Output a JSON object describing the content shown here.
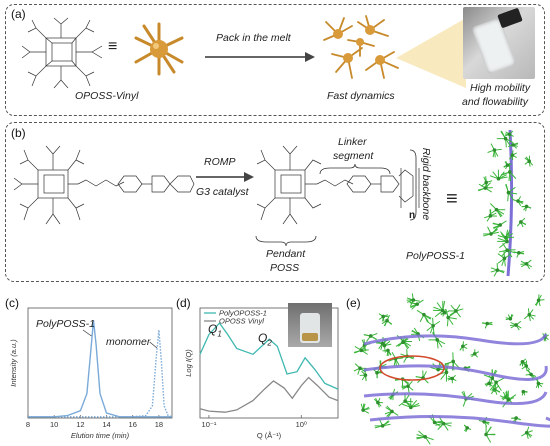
{
  "panel_a": {
    "label": "(a)",
    "molecule_name": "OPOSS-Vinyl",
    "equiv": "≡",
    "arrow_text": "Pack in the melt",
    "dynamics_text": "Fast dynamics",
    "mobility_line1": "High mobility",
    "mobility_line2": "and flowability"
  },
  "panel_b": {
    "label": "(b)",
    "rxn_line1": "ROMP",
    "rxn_line2": "G3 catalyst",
    "linker_line1": "Linker",
    "linker_line2": "segment",
    "pendant_line1": "Pendant",
    "pendant_line2": "POSS",
    "backbone_text": "Rigid backbone",
    "polymer_name": "PolyPOSS-1",
    "repeat_n": "n",
    "equiv": "≡"
  },
  "panel_c": {
    "label": "(c)",
    "polymer_label": "PolyPOSS-1",
    "monomer_label": "monomer"
  },
  "panel_d": {
    "label": "(d)",
    "q1": "Q",
    "q1_sub": "1",
    "q2": "Q",
    "q2_sub": "2"
  },
  "panel_e": {
    "label": "(e)"
  },
  "chart_data": [
    {
      "type": "line",
      "title": "",
      "xlabel": "Elution time (min)",
      "ylabel": "Intensity (a.u.)",
      "xlim": [
        8,
        19
      ],
      "xticks": [
        8,
        10,
        12,
        14,
        16,
        18
      ],
      "series": [
        {
          "name": "PolyPOSS-1",
          "style": "solid",
          "color": "#7aaad8",
          "x": [
            8,
            10,
            11,
            12,
            12.5,
            12.8,
            13.0,
            13.2,
            13.5,
            14,
            15,
            16,
            17,
            17.5,
            17.8,
            18.0,
            18.2,
            18.5,
            19
          ],
          "y": [
            0.01,
            0.01,
            0.02,
            0.06,
            0.2,
            0.55,
            0.8,
            0.6,
            0.2,
            0.04,
            0.01,
            0.01,
            0.01,
            0.01,
            0.01,
            0.01,
            0.01,
            0.01,
            0.01
          ]
        },
        {
          "name": "monomer",
          "style": "dotted",
          "color": "#7aaad8",
          "x": [
            8,
            12,
            16,
            17,
            17.5,
            17.8,
            18.0,
            18.2,
            18.4,
            18.7,
            19
          ],
          "y": [
            0.01,
            0.01,
            0.01,
            0.02,
            0.1,
            0.5,
            0.72,
            0.45,
            0.1,
            0.02,
            0.01
          ]
        }
      ]
    },
    {
      "type": "line",
      "title": "",
      "xlabel": "Q (Å⁻¹)",
      "ylabel": "Log I(Q)",
      "xscale": "log",
      "xtick_labels": [
        "10⁻¹",
        "10⁰"
      ],
      "legend": "top-left",
      "series": [
        {
          "name": "PolyOPOSS-1",
          "color": "#3fb8b0",
          "x": [
            0.08,
            0.1,
            0.13,
            0.16,
            0.2,
            0.3,
            0.45,
            0.55,
            0.7,
            0.9,
            1.1,
            1.4,
            1.8,
            2.5
          ],
          "y": [
            0.55,
            0.72,
            0.82,
            0.72,
            0.6,
            0.55,
            0.68,
            0.62,
            0.38,
            0.4,
            0.52,
            0.42,
            0.3,
            0.25
          ]
        },
        {
          "name": "OPOSS Vinyl",
          "color": "#888888",
          "x": [
            0.08,
            0.1,
            0.15,
            0.2,
            0.3,
            0.4,
            0.5,
            0.65,
            0.8,
            1.0,
            1.2,
            1.5,
            2.0,
            2.5
          ],
          "y": [
            0.08,
            0.06,
            0.05,
            0.07,
            0.15,
            0.25,
            0.32,
            0.26,
            0.17,
            0.28,
            0.35,
            0.28,
            0.18,
            0.15
          ]
        }
      ]
    }
  ]
}
